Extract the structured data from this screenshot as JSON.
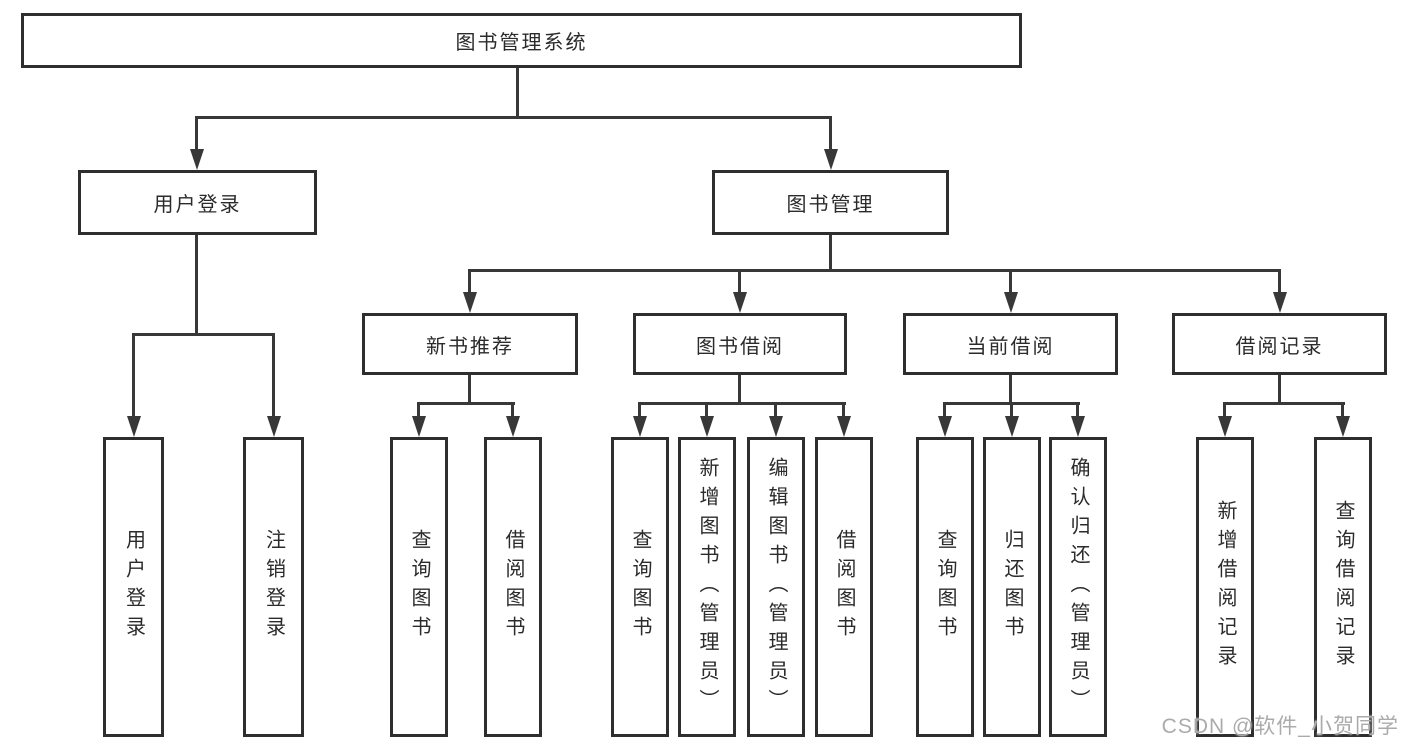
{
  "root": {
    "label": "图书管理系统"
  },
  "user_login": {
    "label": "用户登录",
    "children": [
      {
        "label": "用户登录"
      },
      {
        "label": "注销登录"
      }
    ]
  },
  "book_mgmt": {
    "label": "图书管理",
    "sections": {
      "new_books": {
        "label": "新书推荐",
        "children": [
          {
            "label": "查询图书"
          },
          {
            "label": "借阅图书"
          }
        ]
      },
      "borrow": {
        "label": "图书借阅",
        "children": [
          {
            "label": "查询图书"
          },
          {
            "label": "新增图书（管理员）"
          },
          {
            "label": "编辑图书（管理员）"
          },
          {
            "label": "借阅图书"
          }
        ]
      },
      "current": {
        "label": "当前借阅",
        "children": [
          {
            "label": "查询图书"
          },
          {
            "label": "归还图书"
          },
          {
            "label": "确认归还（管理员）"
          }
        ]
      },
      "records": {
        "label": "借阅记录",
        "children": [
          {
            "label": "新增借阅记录"
          },
          {
            "label": "查询借阅记录"
          }
        ]
      }
    }
  },
  "watermark": {
    "text": "CSDN @软件_小贺同学"
  },
  "colors": {
    "line": "#383838",
    "box_border": "#2e2e2e",
    "text": "#2b2b2b",
    "watermark_text": "#ababab",
    "background": "#ffffff"
  }
}
